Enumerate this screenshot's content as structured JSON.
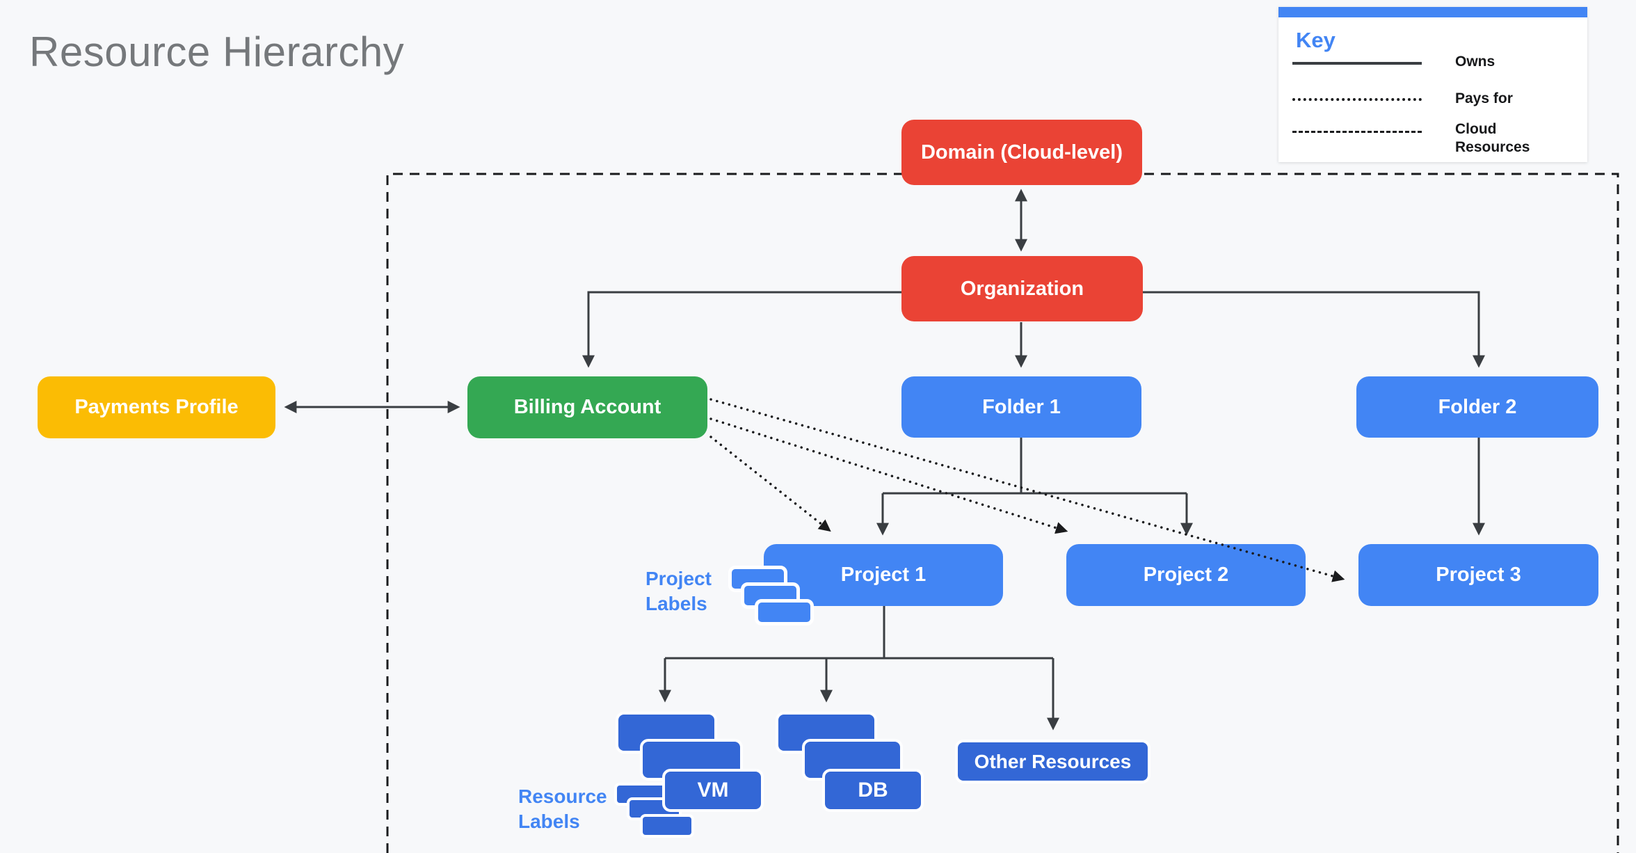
{
  "page": {
    "title": "Resource Hierarchy"
  },
  "key": {
    "title": "Key",
    "items": [
      {
        "line_style": "solid",
        "label": "Owns"
      },
      {
        "line_style": "dotted",
        "label": "Pays for"
      },
      {
        "line_style": "dashed",
        "label": "Cloud Resources"
      }
    ]
  },
  "nodes": {
    "domain": {
      "label": "Domain (Cloud-level)",
      "color": "#EA4335"
    },
    "organization": {
      "label": "Organization",
      "color": "#EA4335"
    },
    "payments_profile": {
      "label": "Payments Profile",
      "color": "#FBBC04"
    },
    "billing_account": {
      "label": "Billing Account",
      "color": "#34A853"
    },
    "folder_1": {
      "label": "Folder 1",
      "color": "#4285F4"
    },
    "folder_2": {
      "label": "Folder 2",
      "color": "#4285F4"
    },
    "project_1": {
      "label": "Project 1",
      "color": "#4285F4"
    },
    "project_2": {
      "label": "Project 2",
      "color": "#4285F4"
    },
    "project_3": {
      "label": "Project 3",
      "color": "#4285F4"
    },
    "vm": {
      "label": "VM",
      "color": "#3367D6"
    },
    "db": {
      "label": "DB",
      "color": "#3367D6"
    },
    "other_resources": {
      "label": "Other Resources",
      "color": "#3367D6"
    }
  },
  "annotations": {
    "project_labels": {
      "line1": "Project",
      "line2": "Labels"
    },
    "resource_labels": {
      "line1": "Resource",
      "line2": "Labels"
    }
  },
  "edges": [
    {
      "from": "domain",
      "to": "organization",
      "type": "owns",
      "bidirectional": true
    },
    {
      "from": "organization",
      "to": "billing_account",
      "type": "owns"
    },
    {
      "from": "organization",
      "to": "folder_1",
      "type": "owns"
    },
    {
      "from": "organization",
      "to": "folder_2",
      "type": "owns"
    },
    {
      "from": "payments_profile",
      "to": "billing_account",
      "type": "owns",
      "bidirectional": true
    },
    {
      "from": "folder_1",
      "to": "project_1",
      "type": "owns"
    },
    {
      "from": "folder_1",
      "to": "project_2",
      "type": "owns"
    },
    {
      "from": "folder_2",
      "to": "project_3",
      "type": "owns"
    },
    {
      "from": "billing_account",
      "to": "project_1",
      "type": "pays_for"
    },
    {
      "from": "billing_account",
      "to": "project_2",
      "type": "pays_for"
    },
    {
      "from": "billing_account",
      "to": "project_3",
      "type": "pays_for"
    },
    {
      "from": "project_1",
      "to": "vm",
      "type": "owns"
    },
    {
      "from": "project_1",
      "to": "db",
      "type": "owns"
    },
    {
      "from": "project_1",
      "to": "other_resources",
      "type": "owns"
    }
  ],
  "colors": {
    "background": "#F7F8FA",
    "title_text": "#75787B",
    "connector": "#3A3E42",
    "dash_dot_lines": "#1A1B1D",
    "accent_blue": "#4285F4",
    "resource_blue": "#3367D6",
    "red": "#EA4335",
    "green": "#34A853",
    "yellow": "#FBBC04"
  }
}
